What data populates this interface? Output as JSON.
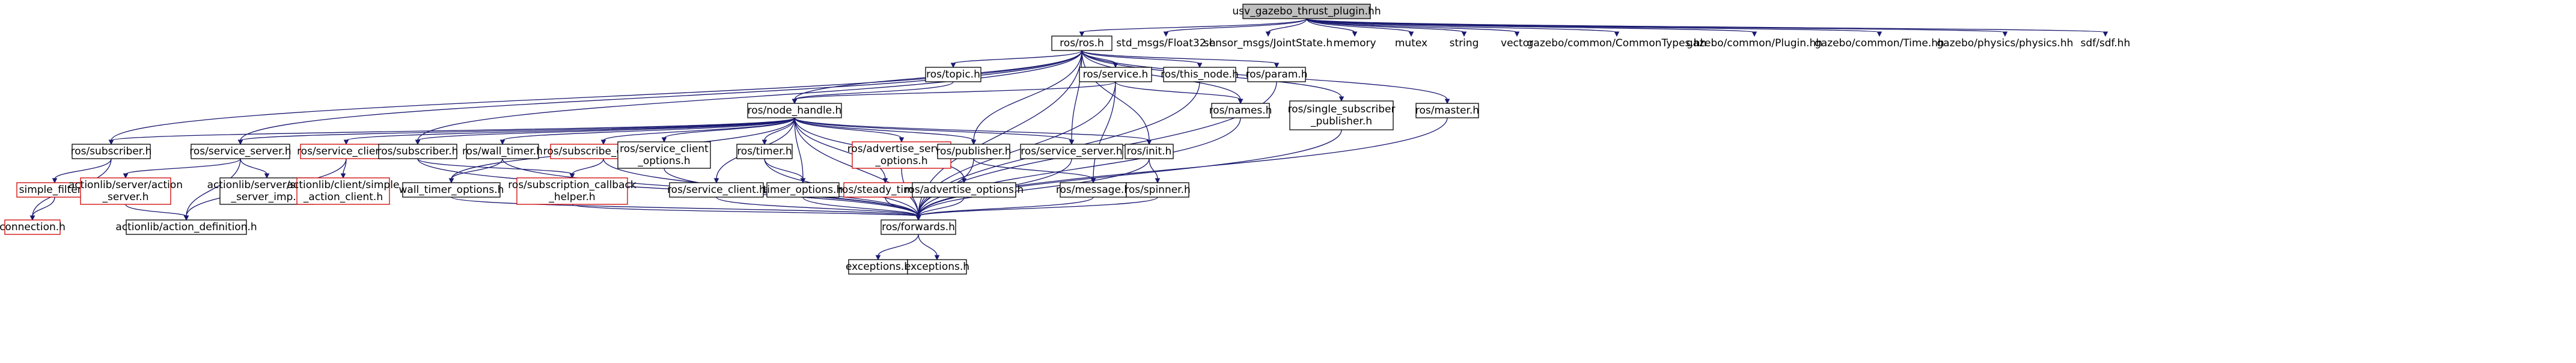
{
  "nodes": [
    {
      "id": "root",
      "lines": [
        "usv_gazebo_thrust_plugin.hh"
      ],
      "kind": "root"
    },
    {
      "id": "ros",
      "lines": [
        "ros/ros.h"
      ],
      "kind": "normal"
    },
    {
      "id": "float32",
      "lines": [
        "std_msgs/Float32.h"
      ],
      "kind": "plain"
    },
    {
      "id": "jointstate",
      "lines": [
        "sensor_msgs/JointState.h"
      ],
      "kind": "plain"
    },
    {
      "id": "memory",
      "lines": [
        "memory"
      ],
      "kind": "plain"
    },
    {
      "id": "mutex",
      "lines": [
        "mutex"
      ],
      "kind": "plain"
    },
    {
      "id": "string",
      "lines": [
        "string"
      ],
      "kind": "plain"
    },
    {
      "id": "vector",
      "lines": [
        "vector"
      ],
      "kind": "plain"
    },
    {
      "id": "commontypes",
      "lines": [
        "gazebo/common/CommonTypes.hh"
      ],
      "kind": "plain"
    },
    {
      "id": "plugin",
      "lines": [
        "gazebo/common/Plugin.hh"
      ],
      "kind": "plain"
    },
    {
      "id": "time",
      "lines": [
        "gazebo/common/Time.hh"
      ],
      "kind": "plain"
    },
    {
      "id": "physics",
      "lines": [
        "gazebo/physics/physics.hh"
      ],
      "kind": "plain"
    },
    {
      "id": "sdf",
      "lines": [
        "sdf/sdf.hh"
      ],
      "kind": "plain"
    },
    {
      "id": "topic",
      "lines": [
        "ros/topic.h"
      ],
      "kind": "normal"
    },
    {
      "id": "service",
      "lines": [
        "ros/service.h"
      ],
      "kind": "normal"
    },
    {
      "id": "thisnode",
      "lines": [
        "ros/this_node.h"
      ],
      "kind": "normal"
    },
    {
      "id": "param",
      "lines": [
        "ros/param.h"
      ],
      "kind": "normal"
    },
    {
      "id": "names",
      "lines": [
        "ros/names.h"
      ],
      "kind": "normal"
    },
    {
      "id": "singlesub",
      "lines": [
        "ros/single_subscriber",
        "_publisher.h"
      ],
      "kind": "normal"
    },
    {
      "id": "master",
      "lines": [
        "ros/master.h"
      ],
      "kind": "normal"
    },
    {
      "id": "nodehandle",
      "lines": [
        "ros/node_handle.h"
      ],
      "kind": "normal"
    },
    {
      "id": "subscriber1",
      "lines": [
        "ros/subscriber.h"
      ],
      "kind": "normal"
    },
    {
      "id": "srvserver1",
      "lines": [
        "ros/service_server.h"
      ],
      "kind": "normal"
    },
    {
      "id": "srvclient1",
      "lines": [
        "ros/service_client.h"
      ],
      "kind": "missing"
    },
    {
      "id": "subscriber2",
      "lines": [
        "ros/subscriber.h"
      ],
      "kind": "normal"
    },
    {
      "id": "walltimer",
      "lines": [
        "ros/wall_timer.h"
      ],
      "kind": "normal"
    },
    {
      "id": "subopts",
      "lines": [
        "ros/subscribe_options.h"
      ],
      "kind": "missing"
    },
    {
      "id": "srvclientopts",
      "lines": [
        "ros/service_client",
        "_options.h"
      ],
      "kind": "normal"
    },
    {
      "id": "timer",
      "lines": [
        "ros/timer.h"
      ],
      "kind": "normal"
    },
    {
      "id": "advsrvopts",
      "lines": [
        "ros/advertise_service",
        "_options.h"
      ],
      "kind": "missing"
    },
    {
      "id": "publisher",
      "lines": [
        "ros/publisher.h"
      ],
      "kind": "normal"
    },
    {
      "id": "srvserver2",
      "lines": [
        "ros/service_server.h"
      ],
      "kind": "normal"
    },
    {
      "id": "init",
      "lines": [
        "ros/init.h"
      ],
      "kind": "normal"
    },
    {
      "id": "simplefilter",
      "lines": [
        "simple_filter.h"
      ],
      "kind": "missing"
    },
    {
      "id": "connection",
      "lines": [
        "connection.h"
      ],
      "kind": "missing"
    },
    {
      "id": "actserver",
      "lines": [
        "actionlib/server/action",
        "_server.h"
      ],
      "kind": "missing"
    },
    {
      "id": "actdef",
      "lines": [
        "actionlib/action_definition.h"
      ],
      "kind": "normal"
    },
    {
      "id": "srvimp",
      "lines": [
        "actionlib/server/service",
        "_server_imp.h"
      ],
      "kind": "normal"
    },
    {
      "id": "simpleclient",
      "lines": [
        "actionlib/client/simple",
        "_action_client.h"
      ],
      "kind": "missing"
    },
    {
      "id": "walltimeropts",
      "lines": [
        "wall_timer_options.h"
      ],
      "kind": "normal"
    },
    {
      "id": "subcallback",
      "lines": [
        "ros/subscription_callback",
        "_helper.h"
      ],
      "kind": "missing"
    },
    {
      "id": "srvclient2",
      "lines": [
        "ros/service_client.h"
      ],
      "kind": "normal"
    },
    {
      "id": "timeropts",
      "lines": [
        "timer_options.h"
      ],
      "kind": "normal"
    },
    {
      "id": "steadytimer",
      "lines": [
        "ros/steady_timer.h"
      ],
      "kind": "missing"
    },
    {
      "id": "advopts",
      "lines": [
        "ros/advertise_options.h"
      ],
      "kind": "normal"
    },
    {
      "id": "message",
      "lines": [
        "ros/message.h"
      ],
      "kind": "normal"
    },
    {
      "id": "spinner",
      "lines": [
        "ros/spinner.h"
      ],
      "kind": "normal"
    },
    {
      "id": "forwards",
      "lines": [
        "ros/forwards.h"
      ],
      "kind": "normal"
    },
    {
      "id": "exceptions1",
      "lines": [
        "exceptions.h"
      ],
      "kind": "normal"
    },
    {
      "id": "exceptions2",
      "lines": [
        "exceptions.h"
      ],
      "kind": "normal"
    }
  ],
  "edges": [
    [
      "root",
      "ros"
    ],
    [
      "root",
      "float32"
    ],
    [
      "root",
      "jointstate"
    ],
    [
      "root",
      "memory"
    ],
    [
      "root",
      "mutex"
    ],
    [
      "root",
      "string"
    ],
    [
      "root",
      "vector"
    ],
    [
      "root",
      "commontypes"
    ],
    [
      "root",
      "plugin"
    ],
    [
      "root",
      "time"
    ],
    [
      "root",
      "physics"
    ],
    [
      "root",
      "sdf"
    ],
    [
      "ros",
      "topic"
    ],
    [
      "ros",
      "service"
    ],
    [
      "ros",
      "thisnode"
    ],
    [
      "ros",
      "param"
    ],
    [
      "ros",
      "names"
    ],
    [
      "ros",
      "singlesub"
    ],
    [
      "ros",
      "master"
    ],
    [
      "ros",
      "nodehandle"
    ],
    [
      "ros",
      "subscriber1"
    ],
    [
      "ros",
      "srvserver1"
    ],
    [
      "ros",
      "subscriber2"
    ],
    [
      "ros",
      "publisher"
    ],
    [
      "ros",
      "srvserver2"
    ],
    [
      "ros",
      "init"
    ],
    [
      "ros",
      "forwards"
    ],
    [
      "topic",
      "nodehandle"
    ],
    [
      "service",
      "nodehandle"
    ],
    [
      "service",
      "names"
    ],
    [
      "service",
      "message"
    ],
    [
      "service",
      "forwards"
    ],
    [
      "thisnode",
      "forwards"
    ],
    [
      "param",
      "forwards"
    ],
    [
      "names",
      "forwards"
    ],
    [
      "singlesub",
      "forwards"
    ],
    [
      "master",
      "forwards"
    ],
    [
      "nodehandle",
      "subscriber1"
    ],
    [
      "nodehandle",
      "srvserver1"
    ],
    [
      "nodehandle",
      "srvclient1"
    ],
    [
      "nodehandle",
      "subscriber2"
    ],
    [
      "nodehandle",
      "walltimer"
    ],
    [
      "nodehandle",
      "subopts"
    ],
    [
      "nodehandle",
      "srvclientopts"
    ],
    [
      "nodehandle",
      "srvclient2"
    ],
    [
      "nodehandle",
      "timer"
    ],
    [
      "nodehandle",
      "steadytimer"
    ],
    [
      "nodehandle",
      "advsrvopts"
    ],
    [
      "nodehandle",
      "advopts"
    ],
    [
      "nodehandle",
      "publisher"
    ],
    [
      "nodehandle",
      "srvserver2"
    ],
    [
      "nodehandle",
      "init"
    ],
    [
      "nodehandle",
      "forwards"
    ],
    [
      "nodehandle",
      "walltimeropts"
    ],
    [
      "nodehandle",
      "timeropts"
    ],
    [
      "subscriber1",
      "simplefilter"
    ],
    [
      "subscriber1",
      "connection"
    ],
    [
      "simplefilter",
      "connection"
    ],
    [
      "srvserver1",
      "actserver"
    ],
    [
      "srvserver1",
      "actdef"
    ],
    [
      "srvserver1",
      "srvimp"
    ],
    [
      "actserver",
      "actdef"
    ],
    [
      "srvclient1",
      "simpleclient"
    ],
    [
      "srvclient1",
      "actdef"
    ],
    [
      "subscriber2",
      "subcallback"
    ],
    [
      "subscriber2",
      "forwards"
    ],
    [
      "walltimer",
      "walltimeropts"
    ],
    [
      "walltimer",
      "forwards"
    ],
    [
      "subopts",
      "subcallback"
    ],
    [
      "subopts",
      "forwards"
    ],
    [
      "srvclientopts",
      "forwards"
    ],
    [
      "srvclient2",
      "forwards"
    ],
    [
      "timer",
      "timeropts"
    ],
    [
      "timer",
      "forwards"
    ],
    [
      "walltimeropts",
      "forwards"
    ],
    [
      "timeropts",
      "forwards"
    ],
    [
      "steadytimer",
      "forwards"
    ],
    [
      "advopts",
      "forwards"
    ],
    [
      "advsrvopts",
      "forwards"
    ],
    [
      "subcallback",
      "forwards"
    ],
    [
      "publisher",
      "message"
    ],
    [
      "publisher",
      "forwards"
    ],
    [
      "srvserver2",
      "forwards"
    ],
    [
      "init",
      "spinner"
    ],
    [
      "init",
      "forwards"
    ],
    [
      "message",
      "forwards"
    ],
    [
      "spinner",
      "forwards"
    ],
    [
      "forwards",
      "exceptions1"
    ],
    [
      "forwards",
      "exceptions2"
    ]
  ]
}
